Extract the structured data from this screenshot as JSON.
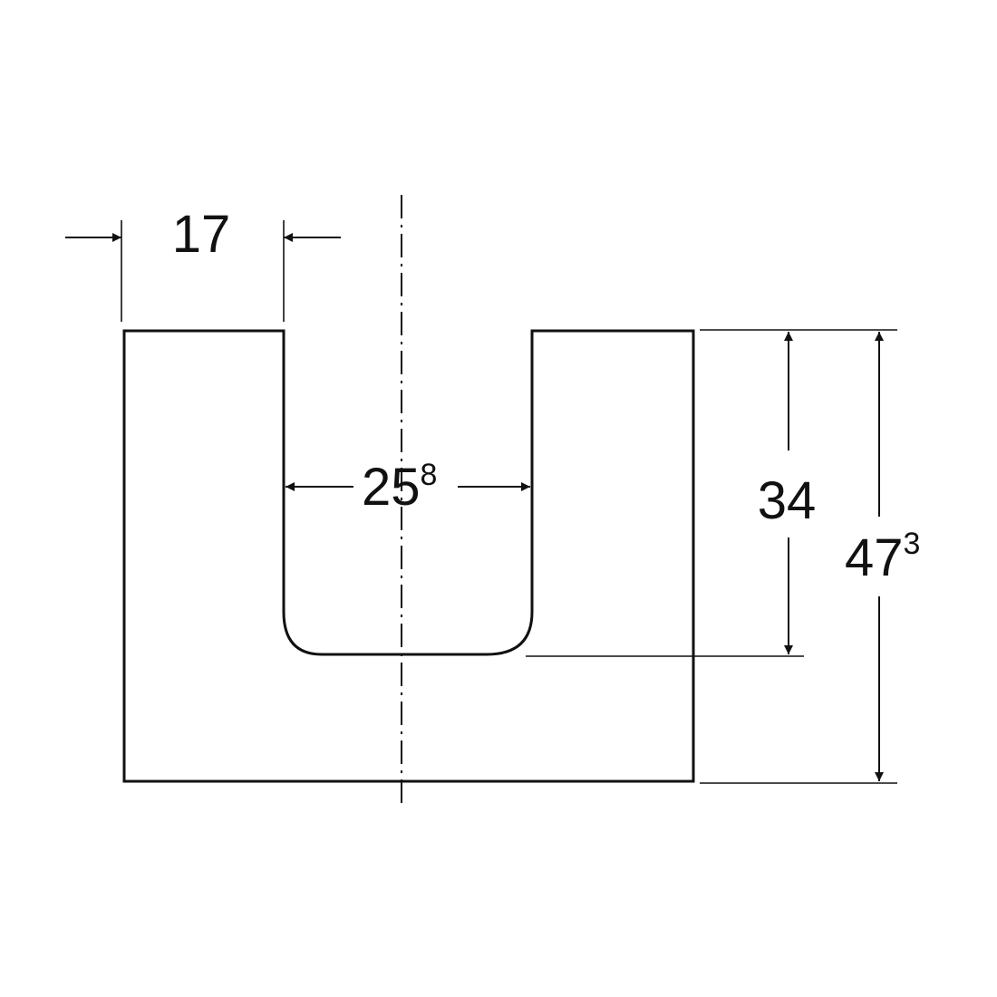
{
  "dimensions": {
    "left_leg_width": {
      "value": "17"
    },
    "cutout_width": {
      "value": "25",
      "superscript": "8"
    },
    "cutout_depth": {
      "value": "34"
    },
    "total_height": {
      "value": "47",
      "superscript": "3"
    }
  },
  "colors": {
    "line": "#111111",
    "background": "#ffffff"
  }
}
